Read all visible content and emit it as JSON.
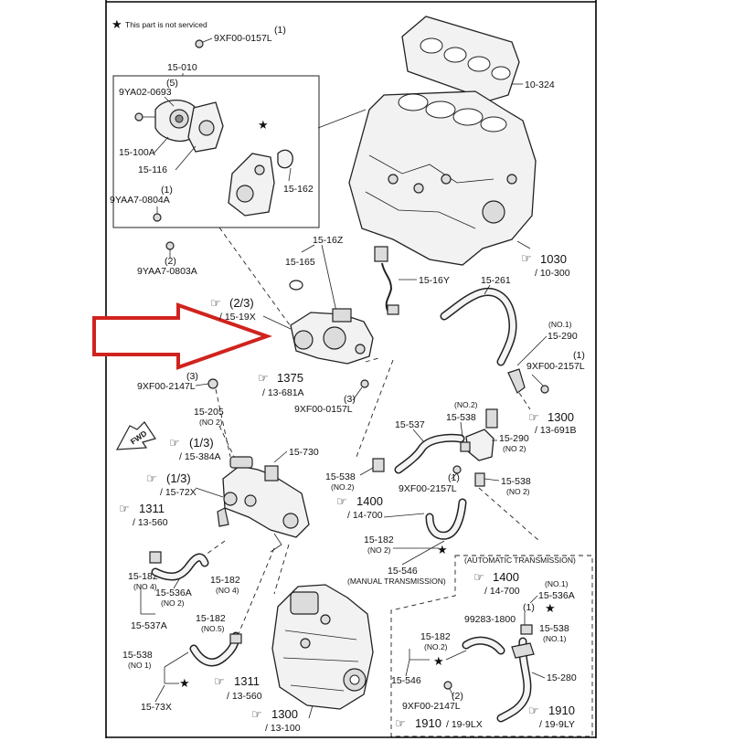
{
  "note": {
    "text": "This part is not serviced"
  },
  "labels": {
    "l9XF00_0157L_top": "9XF00-0157L",
    "q1_top": "(1)",
    "l15_010": "15-010",
    "q5": "(5)",
    "l9YA02_0693": "9YA02-0693",
    "l15_100A": "15-100A",
    "l15_116": "15-116",
    "l15_162": "15-162",
    "q1_9yaa7": "(1)",
    "l9YAA7_0804A": "9YAA7-0804A",
    "q2_9yaa7": "(2)",
    "l9YAA7_0803A": "9YAA7-0803A",
    "l10_324": "10-324",
    "r1030": "1030",
    "r10_300": "/ 10-300",
    "l15_16Z": "15-16Z",
    "l15_165": "15-165",
    "l15_16Y": "15-16Y",
    "l15_261": "15-261",
    "r23": "(2/3)",
    "l15_19X": "/ 15-19X",
    "no1_290": "(NO.1)",
    "l15_290_top": "15-290",
    "q1_2157": "(1)",
    "l9XF00_2157L_r": "9XF00-2157L",
    "q3_2147": "(3)",
    "l9XF00_2147L": "9XF00-2147L",
    "r1375": "1375",
    "r13_681A": "/ 13-681A",
    "q3_0157": "(3)",
    "l9XF00_0157L_mid": "9XF00-0157L",
    "r1300_mid": "1300",
    "r13_691B": "/ 13-691B",
    "l15_205": "15-205",
    "no2_205": "(NO 2)",
    "l15_730": "15-730",
    "r13a": "(1/3)",
    "l15_384A": "/ 15-384A",
    "r13b": "(1/3)",
    "l15_72X": "/ 15-72X",
    "r1311_top": "1311",
    "l13_560_top": "/ 13-560",
    "l15_537": "15-537",
    "no2_538": "(NO.2)",
    "l15_538_top": "15-538",
    "l15_290_mid": "15-290",
    "no2_290": "(NO 2)",
    "l15_538_left": "15-538",
    "no2_538_left": "(NO.2)",
    "q1_mid": "(1)",
    "l9XF00_2157L_mid": "9XF00-2157L",
    "l15_538_right": "15-538",
    "no2_538_right": "(NO 2)",
    "r1400_mid": "1400",
    "l14_700_mid": "/ 14-700",
    "l15_182_mid": "15-182",
    "no2_182_mid": "(NO 2)",
    "l15_546_top": "15-546",
    "manual": "(MANUAL TRANSMISSION)",
    "automatic": "(AUTOMATIC TRANSMISSION)",
    "r1400_box": "1400",
    "l14_700_box": "/ 14-700",
    "no1_536": "(NO.1)",
    "l15_536A_box": "15-536A",
    "q1_box": "(1)",
    "l99283": "99283-1800",
    "l15_538_box": "15-538",
    "no1_538_box": "(NO.1)",
    "l15_182_box": "15-182",
    "no2_182_box": "(NO.2)",
    "l15_546_box": "15-546",
    "l15_280": "15-280",
    "q2_box": "(2)",
    "l9XF00_2147L_box": "9XF00-2147L",
    "r1910_a": "1910",
    "l19_9LX": "/ 19-9LX",
    "r1910_b": "1910",
    "l19_9LY": "/ 19-9LY",
    "l15_182_no4a": "15-182",
    "no4_a": "(NO 4)",
    "l15_182_no4b": "15-182",
    "no4_b": "(NO 4)",
    "l15_536A_left": "15-536A",
    "no2_536": "(NO 2)",
    "l15_182_no5": "15-182",
    "no5": "(NO.5)",
    "l15_537A": "15-537A",
    "l15_538_left2": "15-538",
    "no1_538_left2": "(NO 1)",
    "l15_73X": "15-73X",
    "r1311_bot": "1311",
    "l13_560_bot": "/ 13-560",
    "r1300_bot": "1300",
    "l13_100": "/ 13-100",
    "fwd": "FWD"
  },
  "colors": {
    "arrow": "#d0231f",
    "ink": "#222222"
  }
}
